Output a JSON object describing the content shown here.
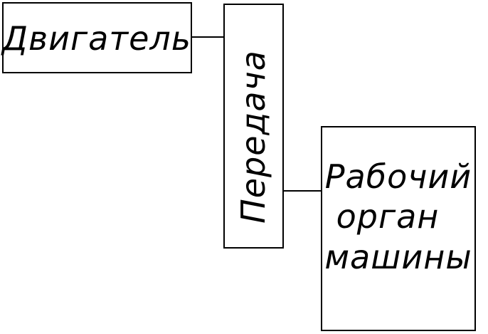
{
  "diagram": {
    "nodes": {
      "engine": {
        "label": "Двигатель"
      },
      "transmission": {
        "label": "Передача"
      },
      "working_member": {
        "lines": [
          "Рабочий",
          "орган",
          "машины"
        ]
      }
    },
    "edges": [
      {
        "from": "engine",
        "to": "transmission"
      },
      {
        "from": "transmission",
        "to": "working_member"
      }
    ],
    "colors": {
      "stroke": "#000000",
      "background": "#ffffff"
    }
  }
}
